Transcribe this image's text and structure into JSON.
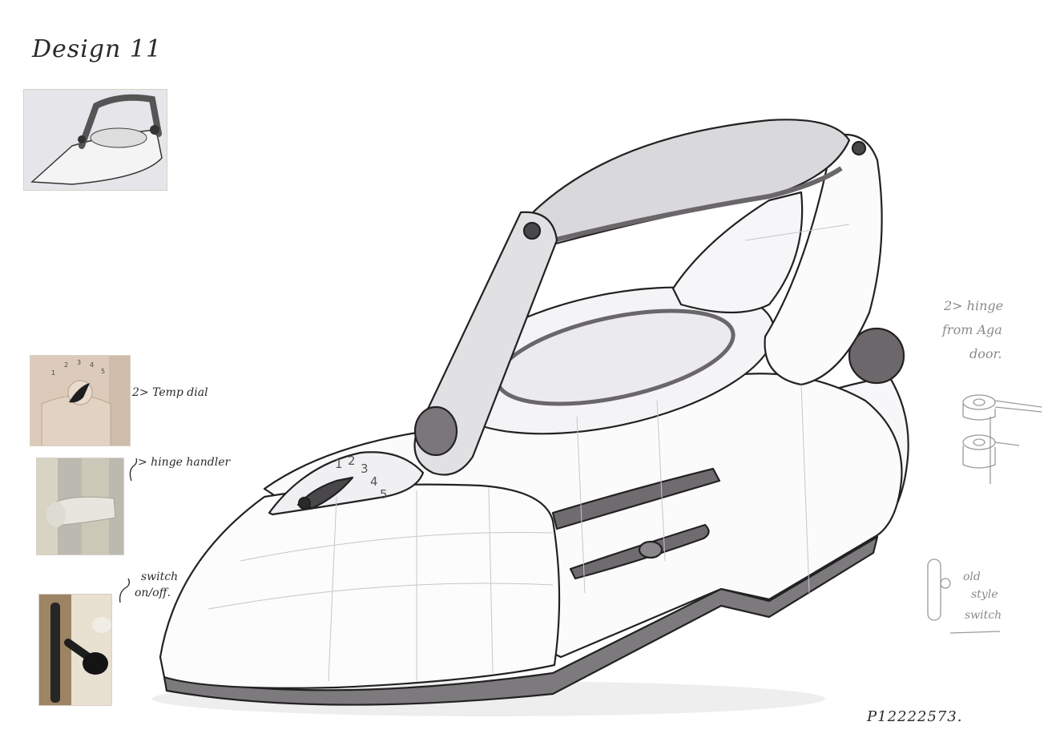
{
  "title": "Design 11",
  "annotations": {
    "temp_dial": "2> Temp dial",
    "hinge_handle": "> hinge handler",
    "switch_line1": "switch",
    "switch_line2": "on/off.",
    "aga_line1": "2> hinge",
    "aga_line2": "from Aga",
    "aga_line3": "door.",
    "old_line1": "old",
    "old_line2": "style",
    "old_line3": "switch"
  },
  "dial_numbers": [
    "1",
    "2",
    "3",
    "4",
    "5"
  ],
  "photo_dial_numbers": [
    "1",
    "2",
    "3",
    "4",
    "5"
  ],
  "student_id": "P12222573."
}
